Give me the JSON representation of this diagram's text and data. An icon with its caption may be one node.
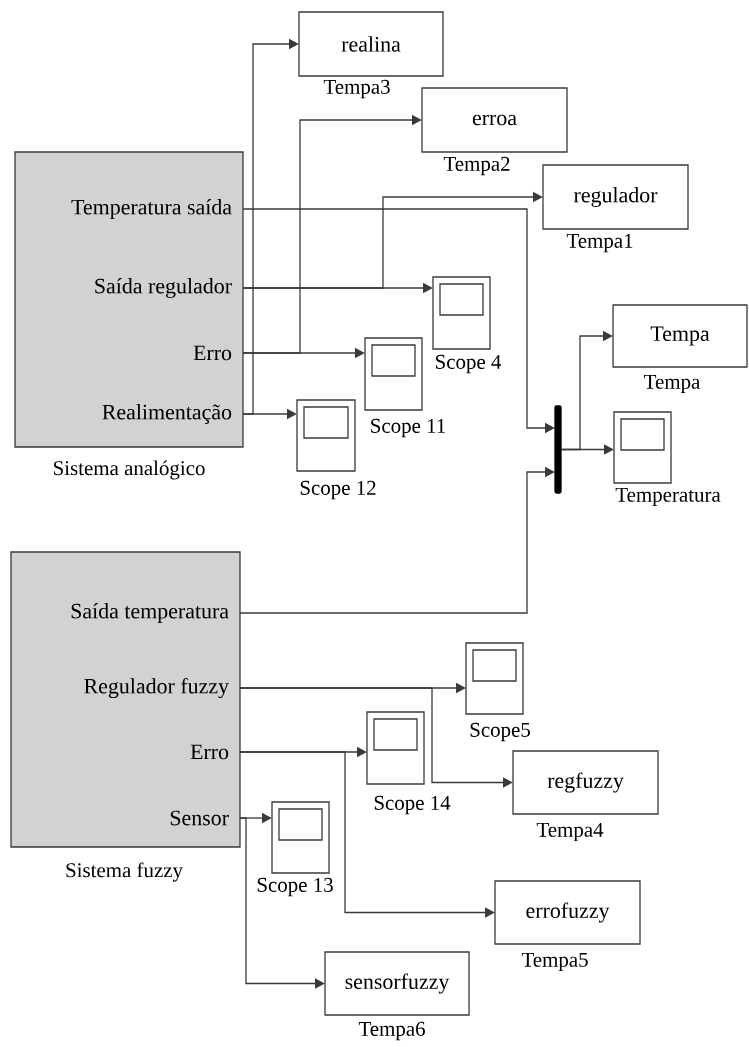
{
  "diagram": {
    "nodes": [
      {
        "text": [],
        "shape": "box",
        "beside": [
          "Sistema analógico"
        ]
      },
      {
        "text": [
          "Temperatura saída"
        ],
        "in": 0
      },
      {
        "text": [
          "Saída regulador"
        ],
        "in": 0
      },
      {
        "text": [
          "Erro"
        ],
        "in": 0
      },
      {
        "text": [
          "Realimentação"
        ],
        "in": 0
      },
      {
        "text": [
          "realina"
        ],
        "beside": [
          "Tempa3"
        ]
      },
      {
        "text": [
          "erroa"
        ],
        "beside": [
          "Tempa2"
        ]
      },
      {
        "text": [
          "regulador"
        ],
        "beside": [
          "Tempa1"
        ]
      },
      {
        "text": [],
        "shape": "box",
        "beside": [
          "Scope 4"
        ]
      },
      {
        "text": [],
        "shape": "box",
        "beside": [
          "Scope 11"
        ]
      },
      {
        "text": [],
        "shape": "box",
        "beside": [
          "Scope 12"
        ]
      },
      {
        "text": [
          "Tempa"
        ],
        "beside": [
          "Tempa"
        ]
      },
      {
        "text": [],
        "shape": "bar"
      },
      {
        "text": [],
        "shape": "box",
        "beside": [
          "Temperatura"
        ]
      },
      {
        "text": [],
        "shape": "box",
        "beside": [
          "Sistema fuzzy"
        ]
      },
      {
        "text": [
          "Saída temperatura"
        ],
        "in": 14
      },
      {
        "text": [
          "Regulador fuzzy"
        ],
        "in": 14
      },
      {
        "text": [
          "Erro"
        ],
        "in": 14
      },
      {
        "text": [
          "Sensor"
        ],
        "in": 14
      },
      {
        "text": [],
        "shape": "box",
        "beside": [
          "Scope5"
        ]
      },
      {
        "text": [],
        "shape": "box",
        "beside": [
          "Scope 14"
        ]
      },
      {
        "text": [
          "regfuzzy"
        ],
        "beside": [
          "Tempa4"
        ]
      },
      {
        "text": [],
        "shape": "box",
        "beside": [
          "Scope 13"
        ]
      },
      {
        "text": [
          "errofuzzy"
        ],
        "beside": [
          "Tempa5"
        ]
      },
      {
        "text": [
          "sensorfuzzy"
        ],
        "beside": [
          "Tempa6"
        ]
      }
    ],
    "edges": [
      {
        "from": 1,
        "to": 12,
        "arrow": "to"
      },
      {
        "from": 2,
        "to": 8,
        "arrow": "to"
      },
      {
        "from": 2,
        "to": 7,
        "arrow": "to"
      },
      {
        "from": 3,
        "to": 9,
        "arrow": "to"
      },
      {
        "from": 3,
        "to": 6,
        "arrow": "to"
      },
      {
        "from": 4,
        "to": 10,
        "arrow": "to"
      },
      {
        "from": 4,
        "to": 5,
        "arrow": "to"
      },
      {
        "from": 15,
        "to": 12,
        "arrow": "to"
      },
      {
        "from": 12,
        "to": 11,
        "arrow": "to"
      },
      {
        "from": 12,
        "to": 13,
        "arrow": "to"
      },
      {
        "from": 16,
        "to": 19,
        "arrow": "to"
      },
      {
        "from": 16,
        "to": 21,
        "arrow": "to"
      },
      {
        "from": 17,
        "to": 20,
        "arrow": "to"
      },
      {
        "from": 17,
        "to": 23,
        "arrow": "to"
      },
      {
        "from": 18,
        "to": 22,
        "arrow": "to"
      },
      {
        "from": 18,
        "to": 24,
        "arrow": "to"
      }
    ]
  }
}
